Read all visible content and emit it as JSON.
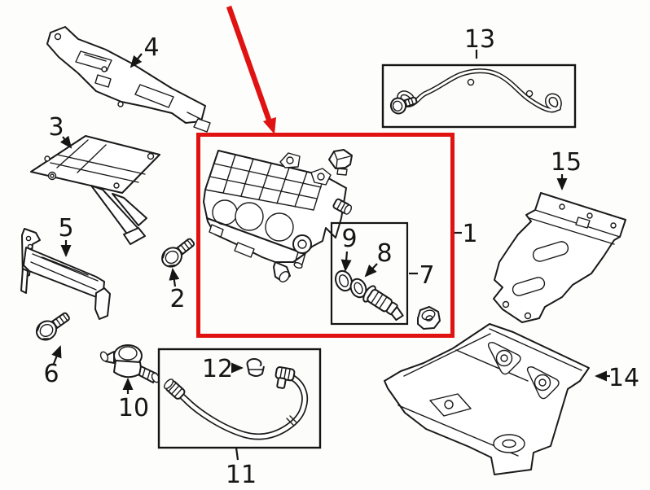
{
  "colors": {
    "highlight_red": "#e01212",
    "line_black": "#1a1a1a",
    "background": "#fdfdfc"
  },
  "callouts": {
    "c1": {
      "number": "1"
    },
    "c2": {
      "number": "2"
    },
    "c3": {
      "number": "3"
    },
    "c4": {
      "number": "4"
    },
    "c5": {
      "number": "5"
    },
    "c6": {
      "number": "6"
    },
    "c7": {
      "number": "7"
    },
    "c8": {
      "number": "8"
    },
    "c9": {
      "number": "9"
    },
    "c10": {
      "number": "10"
    },
    "c11": {
      "number": "11"
    },
    "c12": {
      "number": "12"
    },
    "c13": {
      "number": "13"
    },
    "c14": {
      "number": "14"
    },
    "c15": {
      "number": "15"
    }
  }
}
